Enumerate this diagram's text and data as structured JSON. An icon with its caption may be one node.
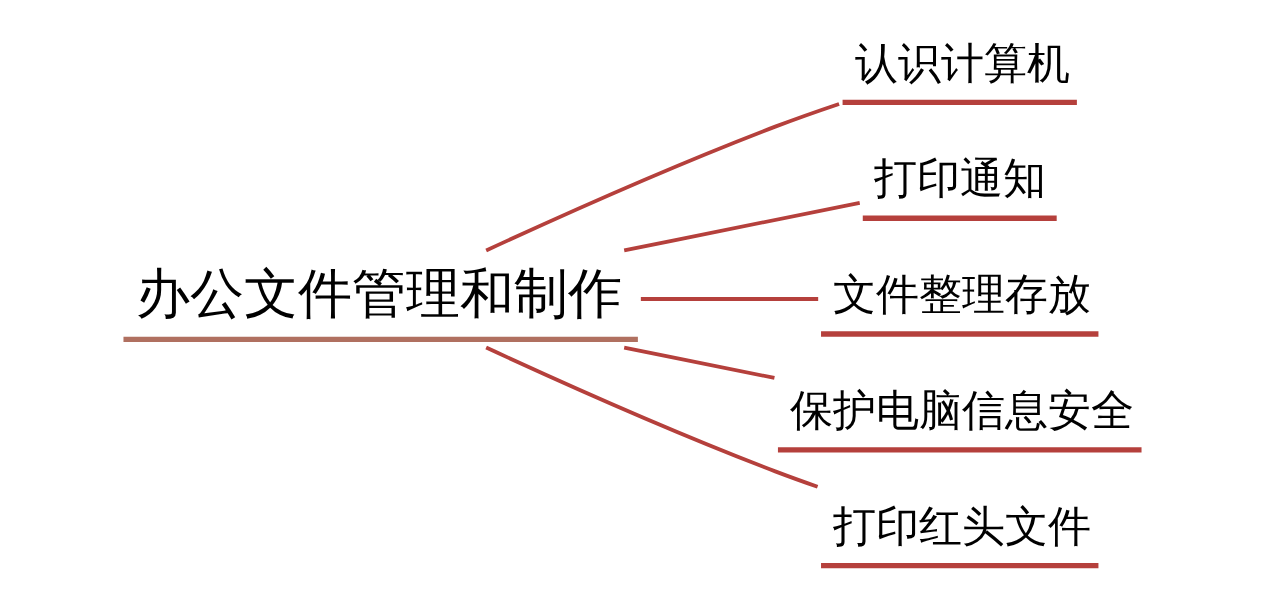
{
  "diagram": {
    "nodes": [
      {
        "text": [
          "办公文件管理和制作"
        ]
      },
      {
        "text": [
          "认识计算机"
        ]
      },
      {
        "text": [
          "打印通知"
        ]
      },
      {
        "text": [
          "文件整理存放"
        ]
      },
      {
        "text": [
          "保护电脑信息安全"
        ]
      },
      {
        "text": [
          "打印红头文件"
        ]
      }
    ],
    "edges": [
      {
        "from": 0,
        "to": 1,
        "arrow": "none"
      },
      {
        "from": 0,
        "to": 2,
        "arrow": "none"
      },
      {
        "from": 0,
        "to": 3,
        "arrow": "none"
      },
      {
        "from": 0,
        "to": 4,
        "arrow": "none"
      },
      {
        "from": 0,
        "to": 5,
        "arrow": "none"
      }
    ]
  }
}
